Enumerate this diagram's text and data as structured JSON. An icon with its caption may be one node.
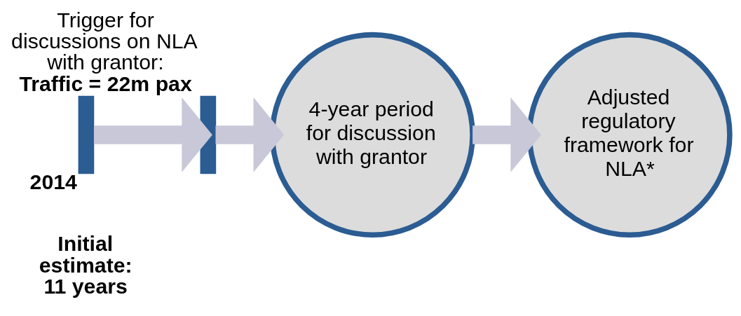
{
  "diagram": {
    "nodes": [
      {
        "text": [],
        "shape": "bar",
        "beside": [
          "2014"
        ]
      },
      {
        "text": [],
        "shape": "bar",
        "beside": [
          "Trigger for discussions on NLA with grantor:",
          "Traffic = 22m pax"
        ]
      },
      {
        "text": [
          "4-year period for discussion with grantor"
        ]
      },
      {
        "text": [
          "Adjusted regulatory framework for NLA*"
        ]
      }
    ],
    "edges": [
      {
        "from": 0,
        "to": 1,
        "arrow": "to"
      },
      {
        "from": 1,
        "to": 2,
        "arrow": "to"
      },
      {
        "from": 2,
        "to": 3,
        "arrow": "to"
      }
    ],
    "labels": [
      "Initial estimate: 11 years"
    ]
  }
}
